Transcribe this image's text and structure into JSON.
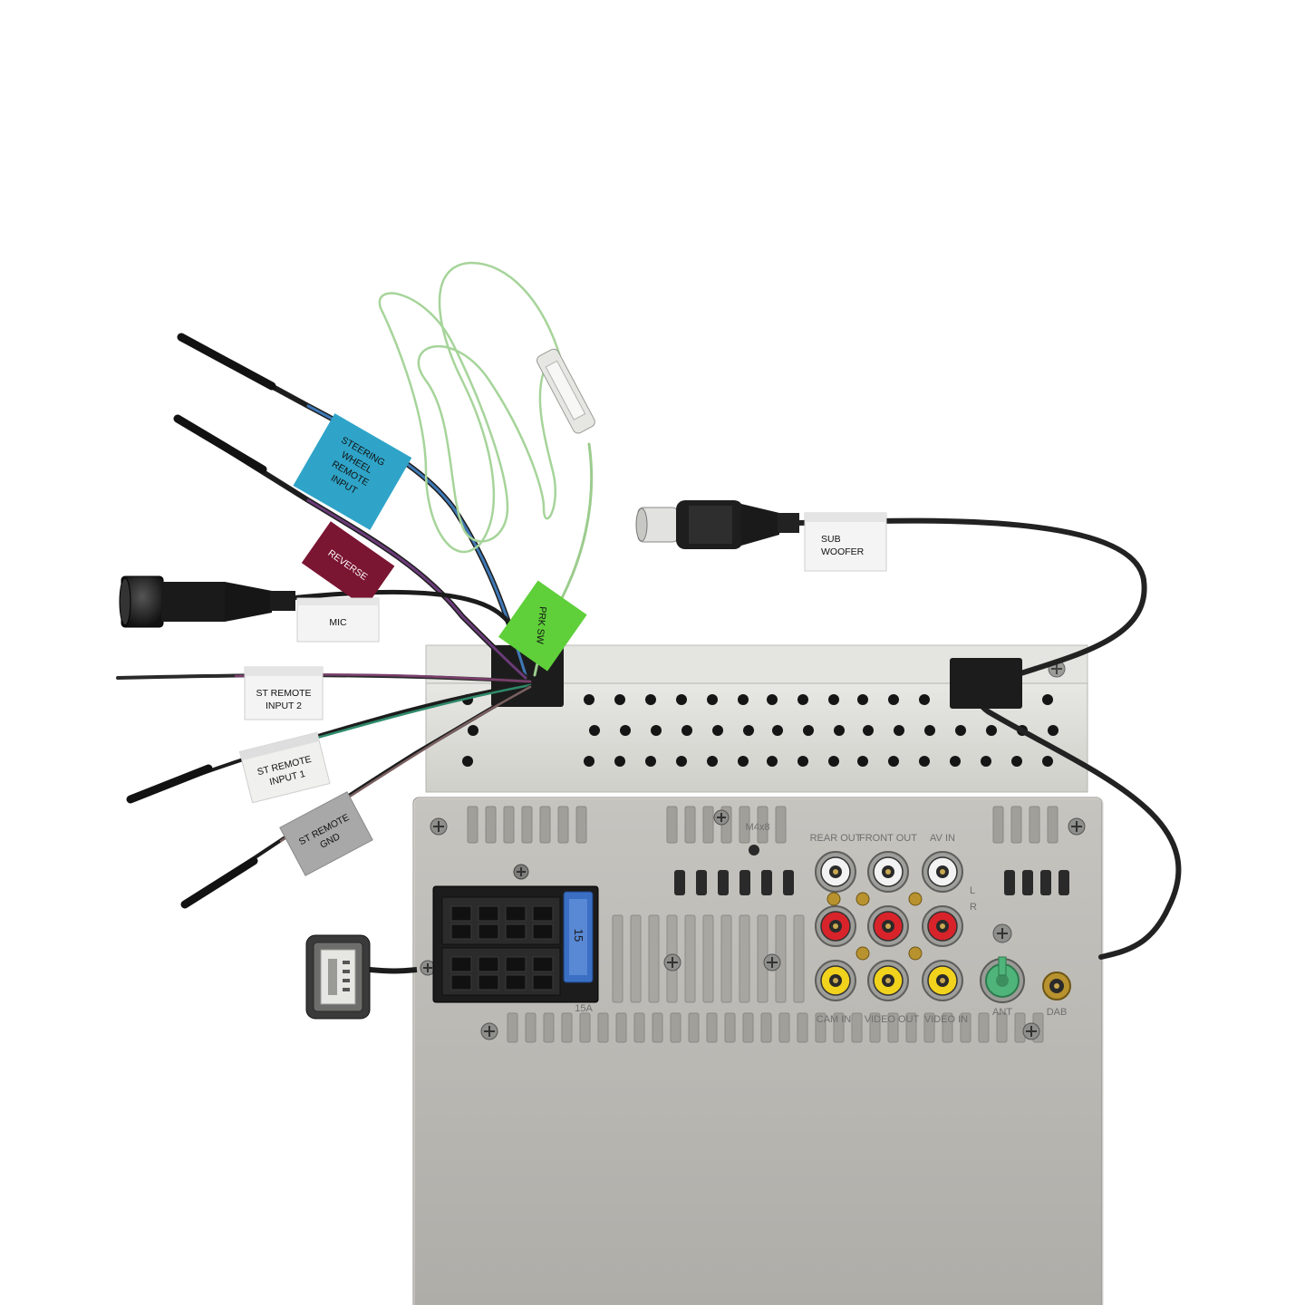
{
  "labels": {
    "steering": [
      "STEERING",
      "WHEEL",
      "REMOTE",
      "INPUT"
    ],
    "reverse": "REVERSE",
    "mic": "MIC",
    "prk_sw": "PRK SW",
    "sub_woofer": [
      "SUB",
      "WOOFER"
    ],
    "st_remote_input_2": [
      "ST REMOTE",
      "INPUT 2"
    ],
    "st_remote_input_1": [
      "ST REMOTE",
      "INPUT 1"
    ],
    "st_remote_gnd": [
      "ST REMOTE",
      "GND"
    ]
  },
  "unit_markings": {
    "screw_spec": "M4x8",
    "rear_out": "REAR OUT",
    "front_out": "FRONT OUT",
    "av_in": "AV IN",
    "cam_in": "CAM IN",
    "video_out": "VIDEO OUT",
    "video_in": "VIDEO IN",
    "left": "L",
    "right": "R",
    "fuse_rating": "15A",
    "fuse_value": "15",
    "ant": "ANT",
    "dab": "DAB"
  },
  "colors": {
    "background": "#ffffff",
    "chassis": "#b9b7b2",
    "top_cover": "#dcdcd8",
    "steering_tag": "#2fa4c8",
    "reverse_tag": "#7a1532",
    "prk_sw_tag": "#5fcf3a",
    "gnd_tag": "#a8a8a8",
    "white_tag": "#f4f4f4",
    "rca_white": "#f2f2f2",
    "rca_red": "#d8232a",
    "rca_yellow": "#f1d21c",
    "ant_green": "#4fb47a",
    "dab_gold": "#b8922e"
  }
}
